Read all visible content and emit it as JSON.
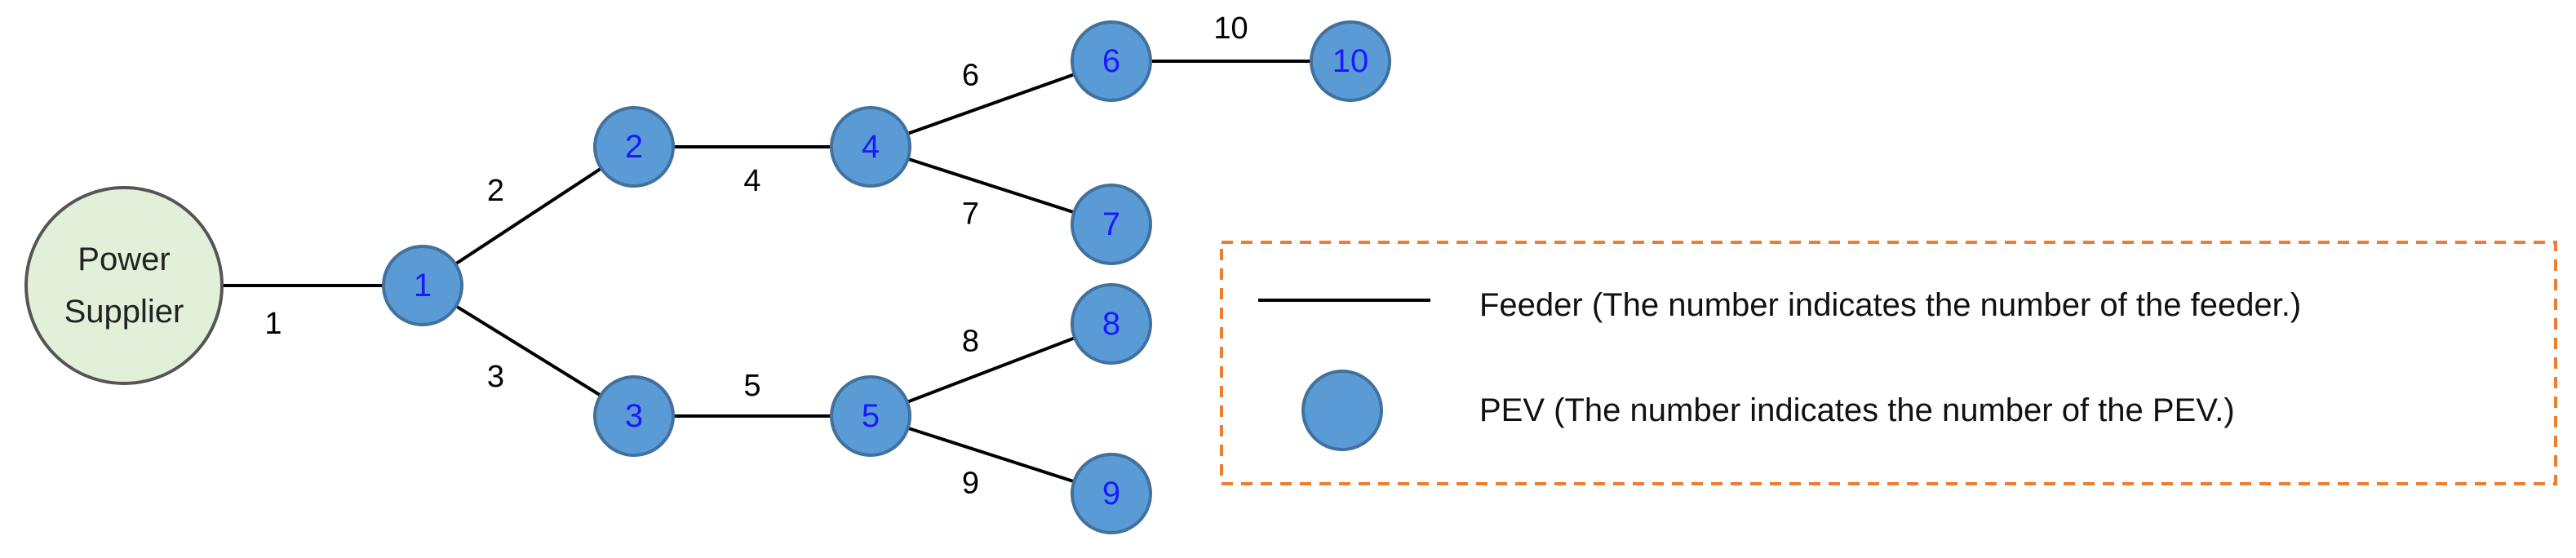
{
  "colors": {
    "pev_fill": "#5b9bd5",
    "pev_stroke": "#41719c",
    "pev_label": "#1a1aff",
    "supplier_fill": "#e2f0d9",
    "supplier_stroke": "#555555",
    "feeder": "#000000",
    "legend_border": "#ed7d31"
  },
  "supplier": {
    "line1": "Power",
    "line2": "Supplier"
  },
  "nodes": [
    {
      "id": "1",
      "label": "1"
    },
    {
      "id": "2",
      "label": "2"
    },
    {
      "id": "3",
      "label": "3"
    },
    {
      "id": "4",
      "label": "4"
    },
    {
      "id": "5",
      "label": "5"
    },
    {
      "id": "6",
      "label": "6"
    },
    {
      "id": "7",
      "label": "7"
    },
    {
      "id": "8",
      "label": "8"
    },
    {
      "id": "9",
      "label": "9"
    },
    {
      "id": "10",
      "label": "10"
    }
  ],
  "feeders": [
    {
      "number": "1",
      "from": "supplier",
      "to": "1"
    },
    {
      "number": "2",
      "from": "1",
      "to": "2"
    },
    {
      "number": "3",
      "from": "1",
      "to": "3"
    },
    {
      "number": "4",
      "from": "2",
      "to": "4"
    },
    {
      "number": "5",
      "from": "3",
      "to": "5"
    },
    {
      "number": "6",
      "from": "4",
      "to": "6"
    },
    {
      "number": "7",
      "from": "4",
      "to": "7"
    },
    {
      "number": "8",
      "from": "5",
      "to": "8"
    },
    {
      "number": "9",
      "from": "5",
      "to": "9"
    },
    {
      "number": "10",
      "from": "6",
      "to": "10"
    }
  ],
  "legend": {
    "feeder_text": "Feeder (The number indicates the number of the feeder.)",
    "pev_text": "PEV (The number indicates the number of the PEV.)"
  }
}
